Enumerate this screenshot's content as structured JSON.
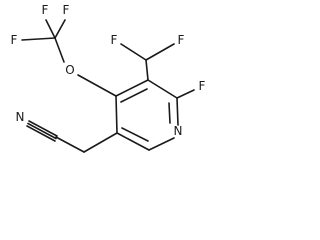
{
  "atoms": {
    "f_cf3_top_left": "F",
    "f_cf3_top_right": "F",
    "f_cf3_left": "F",
    "o_ether": "O",
    "f_chf2_left": "F",
    "f_chf2_right": "F",
    "f_ring": "F",
    "n_ring": "N",
    "n_nitrile": "N"
  }
}
